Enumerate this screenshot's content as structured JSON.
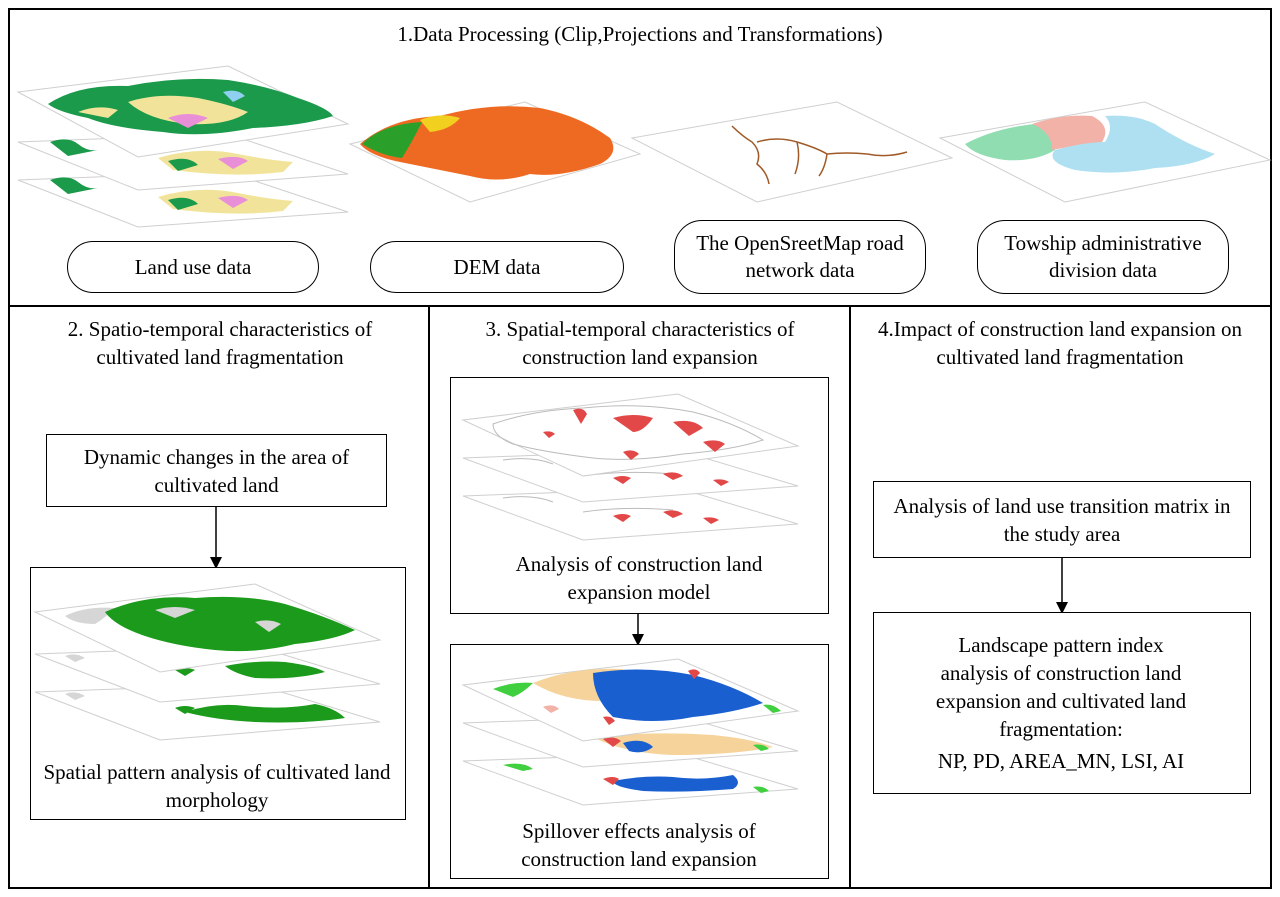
{
  "section1": {
    "title": "1.Data Processing (Clip,Projections and Transformations)",
    "inputs": [
      {
        "label": "Land use data"
      },
      {
        "label": "DEM data"
      },
      {
        "label": "The OpenSreetMap road network data"
      },
      {
        "label": "Towship administrative division data"
      }
    ]
  },
  "section2": {
    "title": "2. Spatio-temporal characteristics of cultivated land fragmentation",
    "step1": "Dynamic changes in the area of cultivated land",
    "step2": "Spatial pattern analysis of cultivated land morphology"
  },
  "section3": {
    "title": "3. Spatial-temporal characteristics of construction land expansion",
    "step1": "Analysis of construction land expansion model",
    "step2": "Spillover effects analysis of construction land expansion"
  },
  "section4": {
    "title": "4.Impact of construction land expansion on cultivated land fragmentation",
    "step1": "Analysis of land use transition matrix in the study area",
    "step2_lines": [
      "Landscape pattern index",
      "analysis of construction land",
      "expansion and cultivated land",
      "fragmentation:",
      "NP, PD, AREA_MN, LSI,  AI"
    ]
  },
  "colors": {
    "landuse_green": "#1a9a4a",
    "landuse_yellow": "#f1e49a",
    "landuse_pink": "#e98fd8",
    "landuse_blue": "#8fd0f0",
    "dem_orange": "#ee6a22",
    "dem_green": "#2aa02a",
    "road": "#a05a28",
    "township_green": "#8fddb0",
    "township_pink": "#f2b2a8",
    "township_blue": "#aee0f2",
    "cultivated_green": "#1b9a1b",
    "cultivated_grey": "#d6d6d6",
    "construction_red": "#e24848",
    "spill_blue": "#1a5fd0",
    "spill_beige": "#f5d39a",
    "spill_green": "#3fcf3f"
  }
}
